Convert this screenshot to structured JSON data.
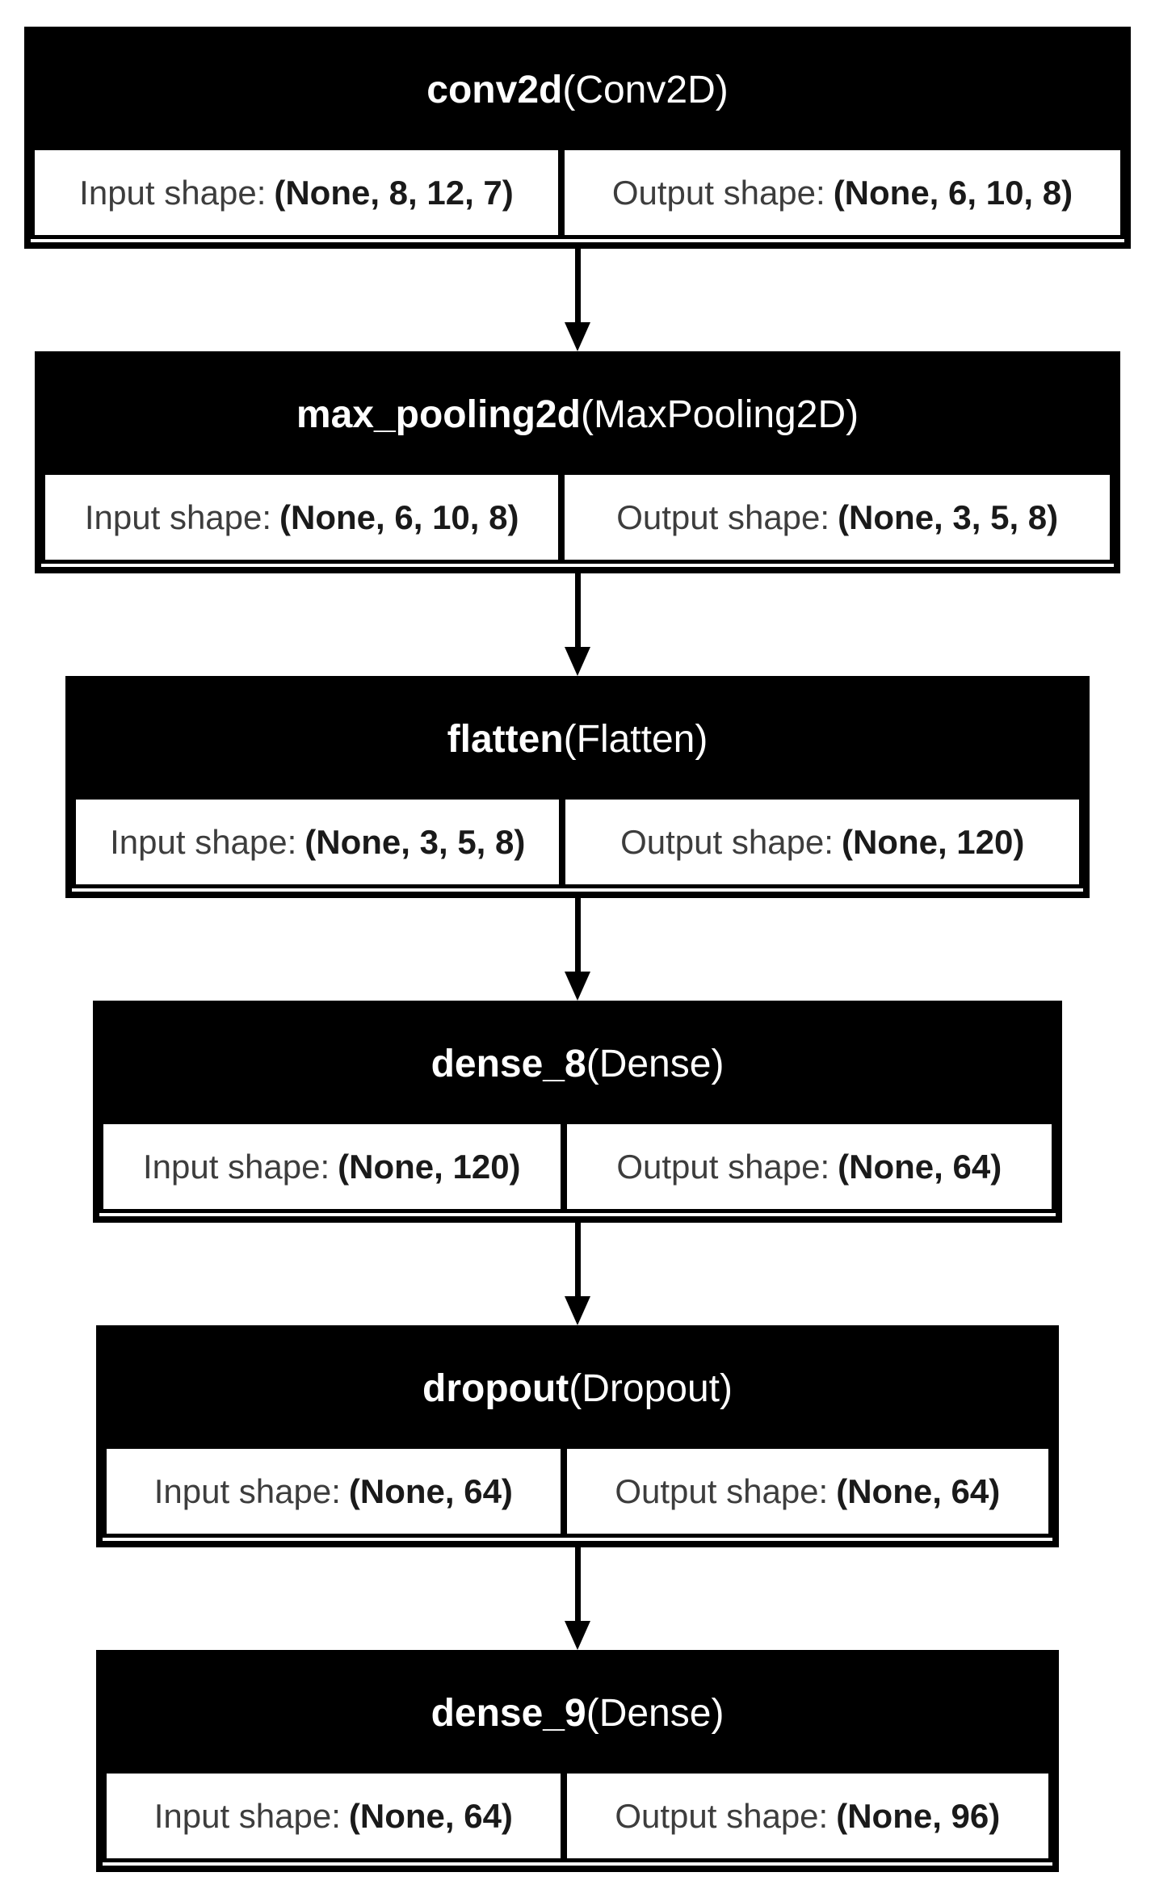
{
  "diagram": {
    "kind": "keras-model-architecture",
    "labels": {
      "input": "Input shape:",
      "output": "Output shape:"
    },
    "colors": {
      "node_fill": "#000000",
      "title_text": "#ffffff",
      "cell_background": "#ffffff",
      "shape_label": "#3d3d3d",
      "shape_value": "#1a1a1a",
      "border": "#000000",
      "page_background": "#ffffff"
    },
    "layers": [
      {
        "name": "conv2d",
        "type_label": "(Conv2D)",
        "input_shape": "(None, 8, 12, 7)",
        "output_shape": "(None, 6, 10, 8)"
      },
      {
        "name": "max_pooling2d",
        "type_label": "(MaxPooling2D)",
        "input_shape": "(None, 6, 10, 8)",
        "output_shape": "(None, 3, 5, 8)"
      },
      {
        "name": "flatten",
        "type_label": "(Flatten)",
        "input_shape": "(None, 3, 5, 8)",
        "output_shape": "(None, 120)"
      },
      {
        "name": "dense_8",
        "type_label": "(Dense)",
        "input_shape": "(None, 120)",
        "output_shape": "(None, 64)"
      },
      {
        "name": "dropout",
        "type_label": "(Dropout)",
        "input_shape": "(None, 64)",
        "output_shape": "(None, 64)"
      },
      {
        "name": "dense_9",
        "type_label": "(Dense)",
        "input_shape": "(None, 64)",
        "output_shape": "(None, 96)"
      }
    ]
  }
}
